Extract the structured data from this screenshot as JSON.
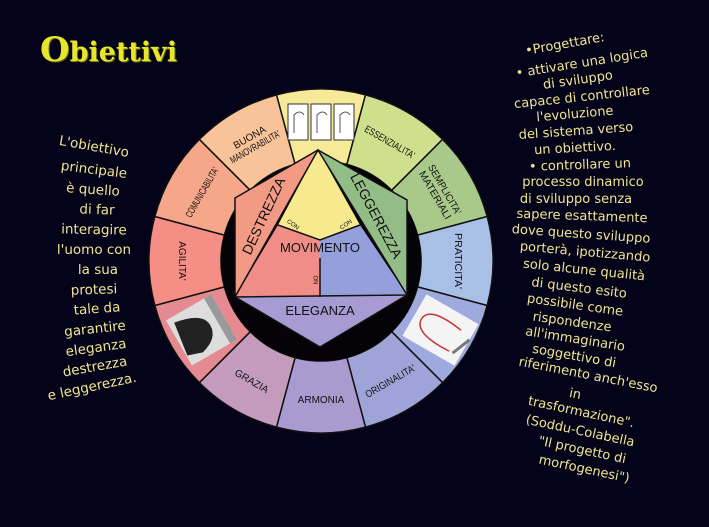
{
  "title": "Obiettivi",
  "left_text": [
    "L'obiettivo",
    "principale",
    "è quello",
    "di far",
    "interagire",
    "l'uomo con",
    "la sua",
    "protesi",
    "tale da",
    "garantire",
    "eleganza",
    "destrezza",
    "e leggerezza."
  ],
  "right_text": [
    "•Progettare:",
    "• attivare una logica",
    "di sviluppo",
    "capace di controllare",
    "l'evoluzione",
    "del sistema verso",
    "un obiettivo.",
    "• controllare un",
    "processo dinamico",
    "di sviluppo senza",
    "sapere esattamente",
    "dove questo sviluppo",
    "porterà, ipotizzando",
    "solo alcune qualità",
    "di questo esito",
    "possibile come",
    "rispondenze",
    "all'immaginario",
    "soggettivo di",
    "riferimento anch'esso",
    "in",
    "trasformazione\".",
    "(Soddu-Colabella",
    "\"Il progetto di",
    "morfogenesi\")"
  ],
  "wheel": {
    "segments": [
      {
        "label": "",
        "image": "hand-drawings",
        "color": "#f6ea98"
      },
      {
        "label": "ESSENZIALITA'",
        "color": "#cfe08d"
      },
      {
        "label": "SEMPLICITA' MATERIALI",
        "color": "#a9c98b"
      },
      {
        "label": "PRATICITA'",
        "color": "#a8bfe6"
      },
      {
        "label": "",
        "image": "wire-photo",
        "color": "#9eaade"
      },
      {
        "label": "ORIGINALITA'",
        "color": "#9ea4d8"
      },
      {
        "label": "ARMONIA",
        "color": "#a99bd0"
      },
      {
        "label": "GRAZIA",
        "color": "#c49bbd"
      },
      {
        "label": "",
        "image": "hand-photo",
        "color": "#e48a90"
      },
      {
        "label": "AGILITA'",
        "color": "#f58f86"
      },
      {
        "label": "COMUNICABILITA'",
        "color": "#f6a689"
      },
      {
        "label": "BUONA MANOVRABILITA'",
        "color": "#f8c399"
      }
    ],
    "inner": {
      "destrezza": "DESTREZZA",
      "leggerezza": "LEGGEREZZA",
      "eleganza": "ELEGANZA",
      "movimento": "MOVIMENTO",
      "con_left": "CON",
      "con_right": "CON",
      "no": "NO"
    },
    "colors": {
      "yellow": "#f7e98e",
      "salmon": "#f29a84",
      "green": "#93bd86",
      "purple": "#a69cd3",
      "red": "#ef8d86",
      "blue": "#959fdc"
    }
  }
}
